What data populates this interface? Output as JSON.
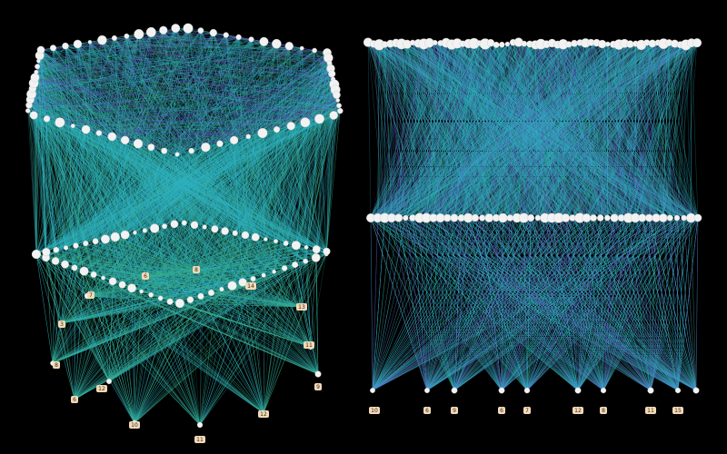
{
  "colors": {
    "background": "#000000",
    "edge_primary": "#2fb6c8",
    "edge_secondary": "#3aa870",
    "edge_accent": "#7a3fd0",
    "edge_red": "#c0305a",
    "node": "#f2f2f2",
    "label_fill": "#f3d9b8"
  },
  "left_view": {
    "bottom_labels": [
      "8",
      "6",
      "10",
      "11",
      "12",
      "9",
      "11",
      "3",
      "7",
      "6",
      "8",
      "14",
      "13",
      "12"
    ]
  },
  "right_view": {
    "bottom_labels": [
      "10",
      "6",
      "9",
      "6",
      "7",
      "12",
      "8",
      "11",
      "15"
    ]
  }
}
